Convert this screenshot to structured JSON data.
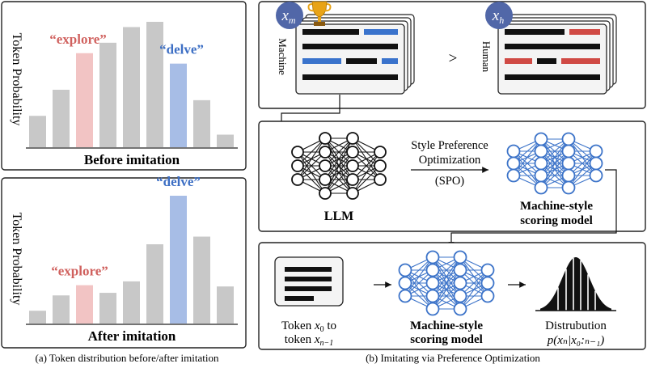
{
  "panel_a": {
    "top_chart": {
      "ylabel": "Token Probability",
      "xlabel": "Before imitation",
      "bar_values": [
        0.3,
        0.55,
        0.9,
        1.0,
        1.15,
        1.2,
        0.8,
        0.45,
        0.12
      ],
      "explore_index": 2,
      "delve_index": 6,
      "explore_label": "“explore”",
      "delve_label": "“delve”"
    },
    "bottom_chart": {
      "ylabel": "Token Probability",
      "xlabel": "After imitation",
      "bar_values": [
        0.1,
        0.22,
        0.3,
        0.24,
        0.33,
        0.62,
        1.0,
        0.68,
        0.29
      ],
      "explore_index": 2,
      "delve_index": 6,
      "explore_label": "“explore”",
      "delve_label": "“delve”"
    },
    "caption": "(a) Token distribution before/after imitation"
  },
  "panel_b": {
    "pref": {
      "machine_symbol_base": "x",
      "machine_symbol_sub": "m",
      "human_symbol_base": "x",
      "human_symbol_sub": "h",
      "machine_label": "Machine",
      "human_label": "Human",
      "comparator": ">"
    },
    "spo": {
      "llm_label": "LLM",
      "arrow_line1": "Style Preference",
      "arrow_line2": "Optimization",
      "arrow_line3": "(SPO)",
      "model_line1": "Machine-style",
      "model_line2": "scoring model"
    },
    "pipeline": {
      "token_line1_pre": "Token ",
      "token_line1_var": "x",
      "token_line1_sub": "0",
      "token_line1_post": " to",
      "token_line2_pre": "token ",
      "token_line2_var": "x",
      "token_line2_sub": "n−1",
      "model_line1": "Machine-style",
      "model_line2": "scoring model",
      "dist_line1": "Distrubution",
      "dist_formula": "p(xₙ|x₀:ₙ₋₁)"
    },
    "caption": "(b) Imitating via Preference Optimization"
  },
  "colors": {
    "bar_gray": "#c8c8c8",
    "explore": "#f2c4c4",
    "explore_text": "#d0615e",
    "delve": "#a7bde6",
    "delve_text": "#3d6fc4",
    "net_blue": "#3d74c9",
    "badge": "#5167a8",
    "blue_bar": "#3a73cc",
    "red_bar": "#d04a45",
    "trophy": "#e8a317"
  }
}
